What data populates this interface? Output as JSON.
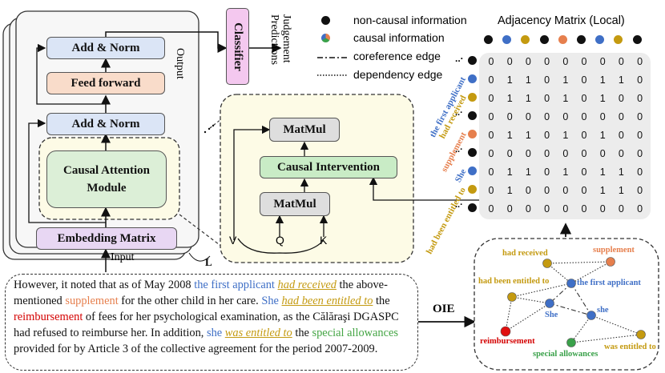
{
  "model": {
    "output_label": "Output",
    "input_label": "Input",
    "layers_label": "L",
    "add_norm_top": "Add & Norm",
    "feed_forward": "Feed forward",
    "add_norm_mid": "Add & Norm",
    "causal_attention": "Causal Attention Module",
    "embedding": "Embedding Matrix",
    "classifier": "Classifier",
    "judgement": "Judgement Predictions"
  },
  "attention": {
    "matmul_top": "MatMul",
    "causal_intervention": "Causal Intervention",
    "matmul_bottom": "MatMul",
    "v": "V",
    "q": "Q",
    "k": "K"
  },
  "legend": {
    "noncausal": "non-causal information",
    "causal": "causal information",
    "coreference": "coreference edge",
    "dependency": "dependency edge"
  },
  "matrix": {
    "title": "Adjacency Matrix (Local)",
    "col_colors": [
      "#111111",
      "#3f6fc6",
      "#c49a10",
      "#111111",
      "#e67f4d",
      "#111111",
      "#3f6fc6",
      "#c49a10",
      "#111111"
    ],
    "rows": [
      {
        "label": "",
        "color": "#111111",
        "label_color": "#111111",
        "values": [
          0,
          0,
          0,
          0,
          0,
          0,
          0,
          0,
          0
        ]
      },
      {
        "label": "the first applicant",
        "color": "#3f6fc6",
        "label_color": "#3f6fc6",
        "values": [
          0,
          1,
          1,
          0,
          1,
          0,
          1,
          1,
          0
        ]
      },
      {
        "label": "had received",
        "color": "#c49a10",
        "label_color": "#c49a10",
        "values": [
          0,
          1,
          1,
          0,
          1,
          0,
          1,
          0,
          0
        ]
      },
      {
        "label": "",
        "color": "#111111",
        "label_color": "#111111",
        "values": [
          0,
          0,
          0,
          0,
          0,
          0,
          0,
          0,
          0
        ]
      },
      {
        "label": "supplement",
        "color": "#e67f4d",
        "label_color": "#e67f4d",
        "values": [
          0,
          1,
          1,
          0,
          1,
          0,
          1,
          0,
          0
        ]
      },
      {
        "label": "",
        "color": "#111111",
        "label_color": "#111111",
        "values": [
          0,
          0,
          0,
          0,
          0,
          0,
          0,
          0,
          0
        ]
      },
      {
        "label": "She",
        "color": "#3f6fc6",
        "label_color": "#3f6fc6",
        "values": [
          0,
          1,
          1,
          0,
          1,
          0,
          1,
          1,
          0
        ]
      },
      {
        "label": "had been entitled to",
        "color": "#c49a10",
        "label_color": "#c49a10",
        "values": [
          0,
          1,
          0,
          0,
          0,
          0,
          1,
          1,
          0
        ]
      },
      {
        "label": "",
        "color": "#111111",
        "label_color": "#111111",
        "values": [
          0,
          0,
          0,
          0,
          0,
          0,
          0,
          0,
          0
        ]
      }
    ]
  },
  "oie": {
    "label": "OIE",
    "nodes": {
      "had_received": "had received",
      "supplement": "supplement",
      "had_been_entitled_to": "had been entitled to",
      "the_first_applicant": "the first applicant",
      "she_cap": "She",
      "she": "she",
      "reimbursement": "reimbursement",
      "special_allowances": "special allowances",
      "was_entitled_to": "was entitled to"
    }
  },
  "text": {
    "p1": "However, it noted that as of May 2008 ",
    "first_applicant": "the first applicant",
    "had_received": "had received",
    "p2": " the above-mentioned ",
    "supplement": "supplement",
    "p3": " for the other child in her care. ",
    "she1": "She",
    "had_been_entitled_to": "had been entitled to",
    "p4": " the ",
    "reimbursement": "reimbursement",
    "p5": " of fees for her psychological examination, as the Călăraşi DGASPC had refused to reimburse her. In addition, ",
    "she2": "she",
    "was_entitled_to": "was entitled to",
    "p6": " the ",
    "special_allowances": "special allowances",
    "p7": " provided for by Article 3 of the collective agreement for the period 2007-2009."
  }
}
